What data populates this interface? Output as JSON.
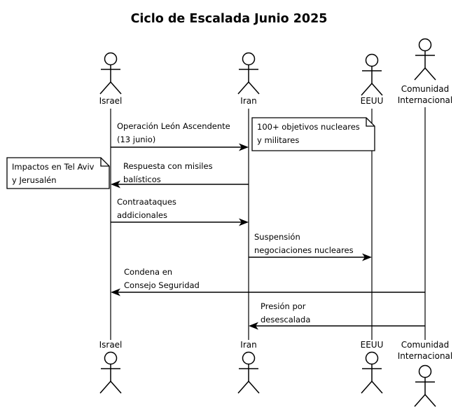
{
  "title": "Ciclo de Escalada Junio 2025",
  "actors": [
    {
      "id": "israel",
      "label": "Israel"
    },
    {
      "id": "iran",
      "label": "Iran"
    },
    {
      "id": "eeuu",
      "label": "EEUU"
    },
    {
      "id": "comunidad-internacional",
      "label": "Comunidad Internacional"
    }
  ],
  "messages": [
    {
      "from": "Israel",
      "to": "Iran",
      "line1": "Operación León Ascendente",
      "line2": "(13 junio)"
    },
    {
      "from": "Iran",
      "to": "Israel",
      "line1": "Respuesta con misiles",
      "line2": "balísticos"
    },
    {
      "from": "Israel",
      "to": "Iran",
      "line1": "Contraataques",
      "line2": "addicionales"
    },
    {
      "from": "Iran",
      "to": "EEUU",
      "line1": "Suspensión",
      "line2": "negociaciones nucleares"
    },
    {
      "from": "Comunidad Internacional",
      "to": "Israel",
      "line1": "Condena en",
      "line2": "Consejo Seguridad"
    },
    {
      "from": "Comunidad Internacional",
      "to": "Iran",
      "line1": "Presión por",
      "line2": "desescalada"
    }
  ],
  "notes": [
    {
      "attached_to": "Iran",
      "side": "right",
      "line1": "100+ objetivos nucleares",
      "line2": "y militares"
    },
    {
      "attached_to": "Israel",
      "side": "left",
      "line1": "Impactos en Tel Aviv",
      "line2": "y Jerusalén"
    }
  ],
  "colors": {
    "background": "#ffffff",
    "line": "#000000",
    "text": "#000000",
    "note_fill": "#ffffff"
  }
}
